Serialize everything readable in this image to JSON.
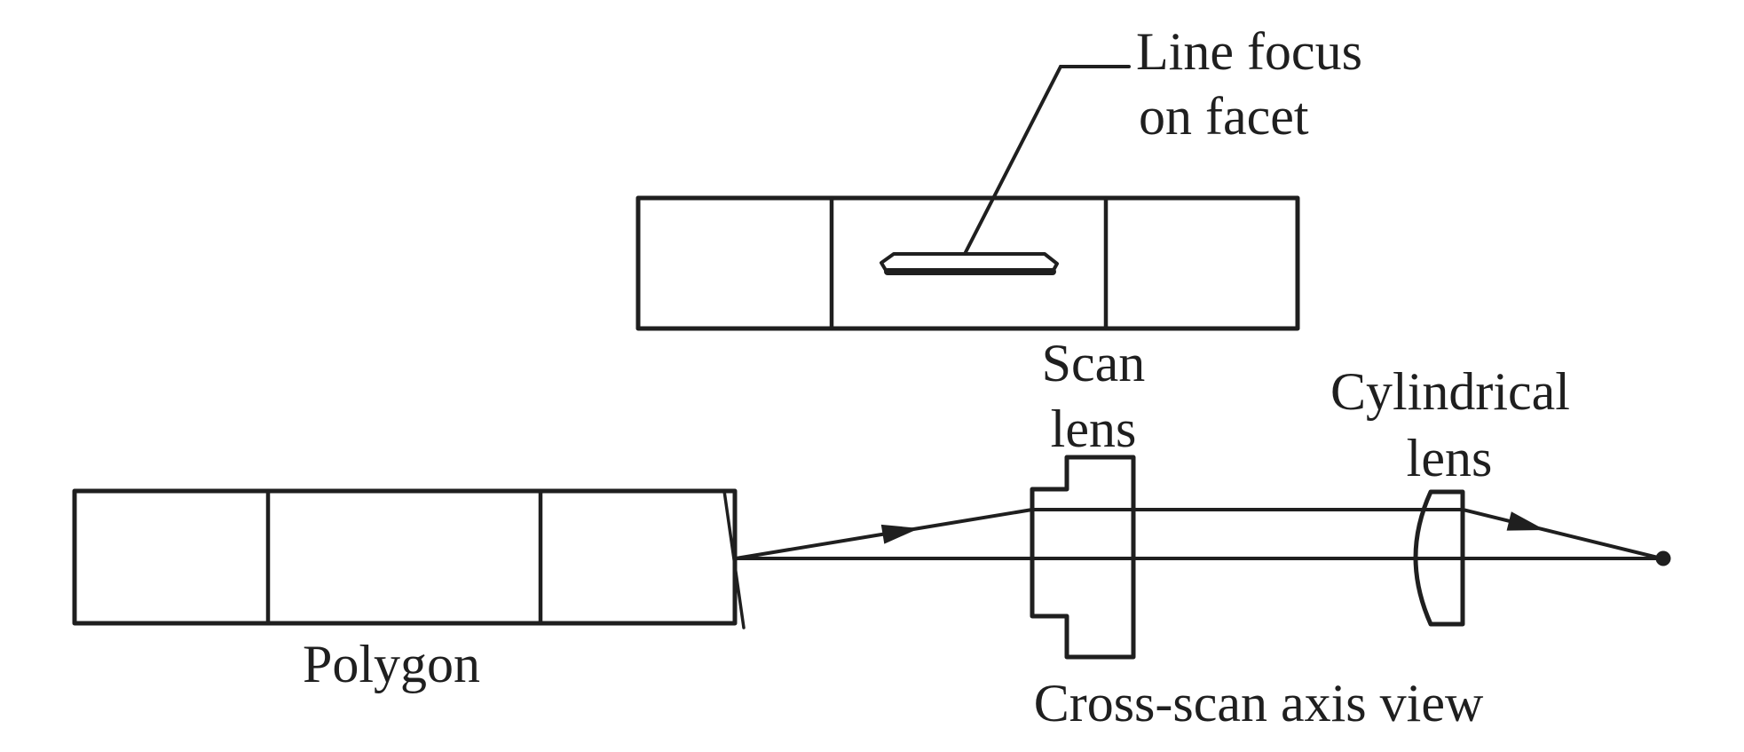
{
  "figure": {
    "colors": {
      "ink": "#1f1f1f",
      "background": "#ffffff"
    },
    "labels": {
      "line_focus_line1": "Line focus",
      "line_focus_line2": "on facet",
      "scan_lens_line1": "Scan",
      "scan_lens_line2": "lens",
      "cylindrical_lens_line1": "Cylindrical",
      "cylindrical_lens_line2": "lens",
      "polygon": "Polygon",
      "cross_scan_axis_view": "Cross-scan axis view"
    }
  }
}
